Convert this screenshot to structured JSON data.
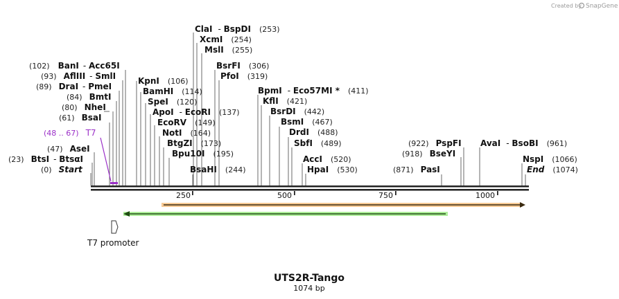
{
  "header": {
    "credit_text": "Created by",
    "brand_text": "SnapGene"
  },
  "plasmid": {
    "name": "UTS2R-Tango",
    "size_label": "1074 bp"
  },
  "sequence_length": 1074,
  "ruler_ticks": [
    "250",
    "500",
    "750",
    "1000"
  ],
  "sites": [
    {
      "pos": "(253)",
      "names": [
        "ClaI",
        "BspDI"
      ],
      "bp": 253
    },
    {
      "pos": "(254)",
      "names": [
        "XcmI"
      ],
      "bp": 254
    },
    {
      "pos": "(255)",
      "names": [
        "MslI"
      ],
      "bp": 255
    },
    {
      "pos": "(102)",
      "names": [
        "BanI",
        "Acc65I"
      ],
      "bp": 102
    },
    {
      "pos": "(93)",
      "names": [
        "AflIII",
        "SmlI"
      ],
      "bp": 93
    },
    {
      "pos": "(89)",
      "names": [
        "DraI",
        "PmeI"
      ],
      "bp": 89
    },
    {
      "pos": "(84)",
      "names": [
        "BmtI"
      ],
      "bp": 84
    },
    {
      "pos": "(80)",
      "names": [
        "NheI"
      ],
      "bp": 80
    },
    {
      "pos": "(61)",
      "names": [
        "BsaI"
      ],
      "bp": 61
    },
    {
      "pos": "(47)",
      "names": [
        "AseI"
      ],
      "bp": 47
    },
    {
      "pos": "(23)",
      "names": [
        "BtsI",
        "BtsαI"
      ],
      "bp": 23
    },
    {
      "pos": "(0)",
      "names": [
        "Start"
      ],
      "bp": 0,
      "italic": true
    },
    {
      "pos": "(106)",
      "names": [
        "KpnI"
      ],
      "bp": 106
    },
    {
      "pos": "(114)",
      "names": [
        "BamHI"
      ],
      "bp": 114
    },
    {
      "pos": "(120)",
      "names": [
        "SpeI"
      ],
      "bp": 120
    },
    {
      "pos": "(137)",
      "names": [
        "ApoI",
        "EcoRI"
      ],
      "bp": 137
    },
    {
      "pos": "(149)",
      "names": [
        "EcoRV"
      ],
      "bp": 149
    },
    {
      "pos": "(164)",
      "names": [
        "NotI"
      ],
      "bp": 164
    },
    {
      "pos": "(173)",
      "names": [
        "BtgZI"
      ],
      "bp": 173
    },
    {
      "pos": "(195)",
      "names": [
        "Bpu10I"
      ],
      "bp": 195
    },
    {
      "pos": "(244)",
      "names": [
        "BsaHI"
      ],
      "bp": 244
    },
    {
      "pos": "(306)",
      "names": [
        "BsrFI"
      ],
      "bp": 306
    },
    {
      "pos": "(319)",
      "names": [
        "PfoI"
      ],
      "bp": 319
    },
    {
      "pos": "(411)",
      "names": [
        "BpmI",
        "Eco57MI *"
      ],
      "bp": 411
    },
    {
      "pos": "(421)",
      "names": [
        "KflI"
      ],
      "bp": 421
    },
    {
      "pos": "(442)",
      "names": [
        "BsrDI"
      ],
      "bp": 442
    },
    {
      "pos": "(467)",
      "names": [
        "BsmI"
      ],
      "bp": 467
    },
    {
      "pos": "(488)",
      "names": [
        "DrdI"
      ],
      "bp": 488
    },
    {
      "pos": "(489)",
      "names": [
        "SbfI"
      ],
      "bp": 489
    },
    {
      "pos": "(520)",
      "names": [
        "AccI"
      ],
      "bp": 520
    },
    {
      "pos": "(530)",
      "names": [
        "HpaI"
      ],
      "bp": 530
    },
    {
      "pos": "(922)",
      "names": [
        "PspFI"
      ],
      "bp": 922
    },
    {
      "pos": "(918)",
      "names": [
        "BseYI"
      ],
      "bp": 918
    },
    {
      "pos": "(871)",
      "names": [
        "PasI"
      ],
      "bp": 871
    },
    {
      "pos": "(961)",
      "names": [
        "AvaI",
        "BsoBI"
      ],
      "bp": 961
    },
    {
      "pos": "(1066)",
      "names": [
        "NspI"
      ],
      "bp": 1066
    },
    {
      "pos": "(1074)",
      "names": [
        "End"
      ],
      "bp": 1074,
      "italic": true
    }
  ],
  "features": {
    "t7_site": {
      "label": "T7",
      "range": "(48 .. 67)",
      "color": "#9b30c8"
    },
    "t7_promoter": {
      "label": "T7 promoter"
    },
    "orange_arrow_color": "#f0a020",
    "green_arrow_color": "#5cd65c"
  }
}
